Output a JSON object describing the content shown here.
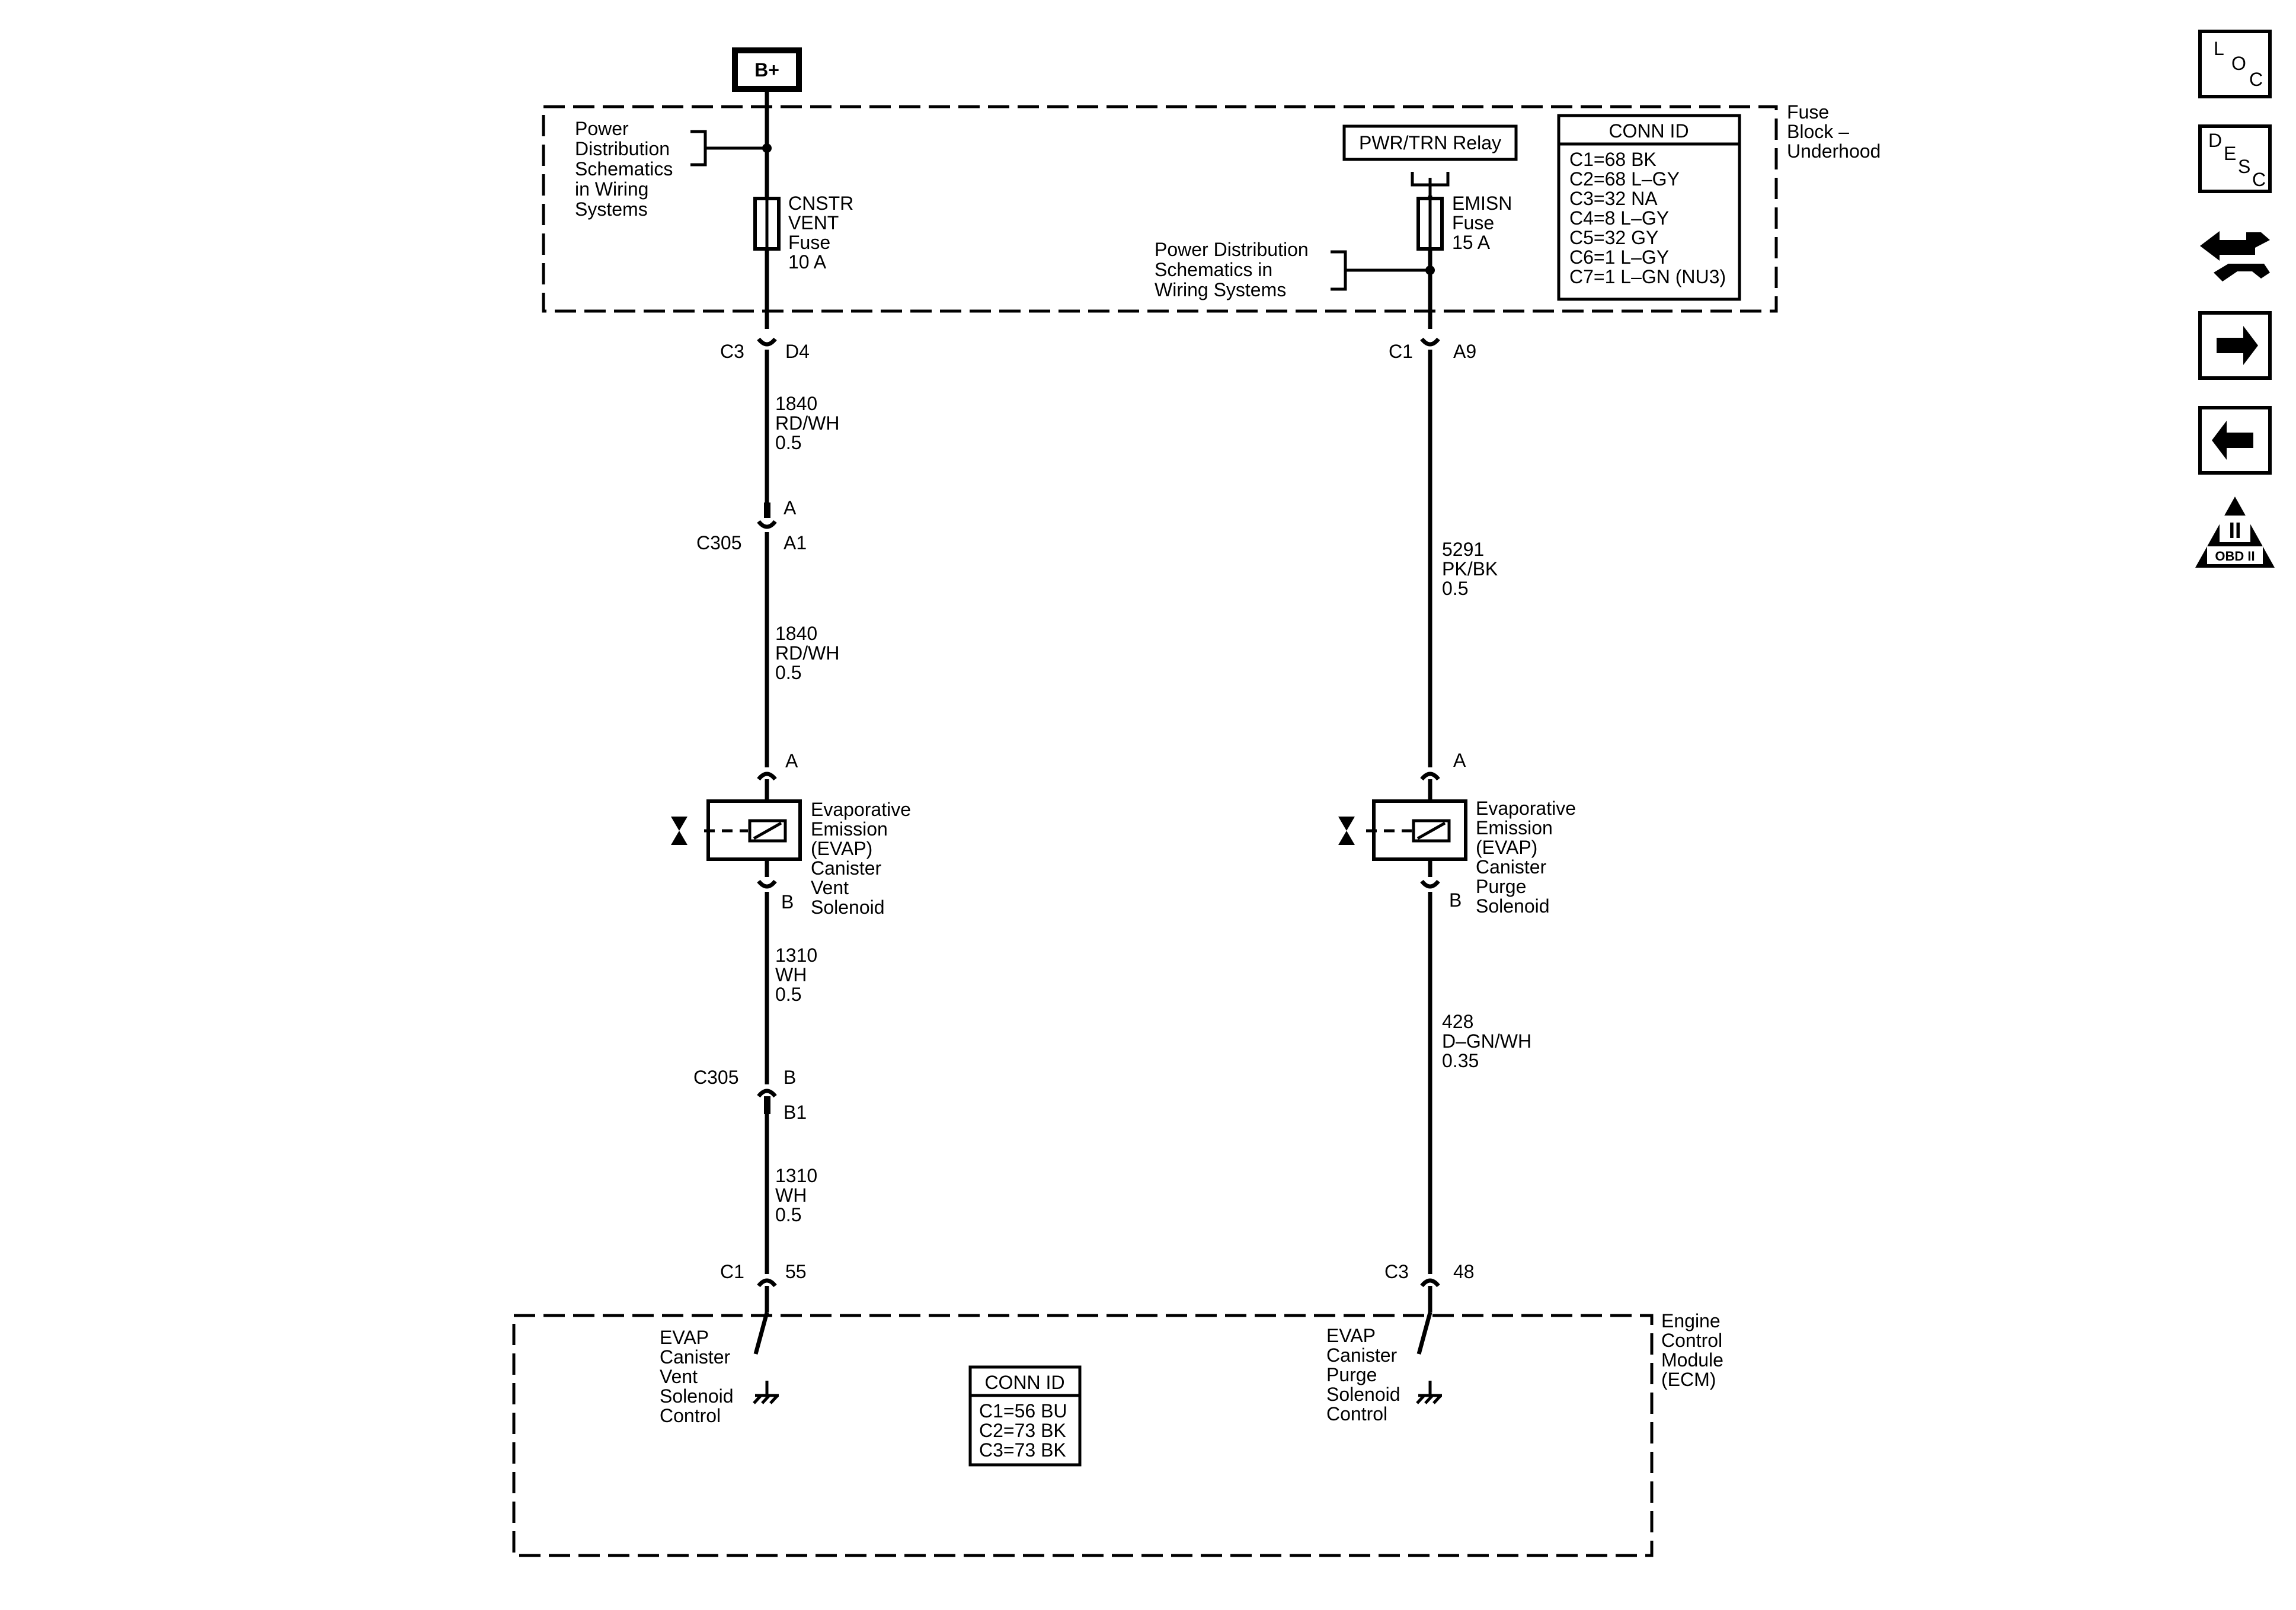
{
  "battery_label": "B+",
  "fuse_block": {
    "title": [
      "Fuse",
      "Block –",
      "Underhood"
    ],
    "power_ref_left": [
      "Power",
      "Distribution",
      "Schematics",
      "in Wiring",
      "Systems"
    ],
    "fuse_left": [
      "CNSTR",
      "VENT",
      "Fuse",
      "10 A"
    ],
    "relay_label": "PWR/TRN Relay",
    "fuse_right": [
      "EMISN",
      "Fuse",
      "15 A"
    ],
    "power_ref_right": [
      "Power Distribution",
      "Schematics in",
      "Wiring Systems"
    ],
    "conn_id": {
      "title": "CONN ID",
      "rows": [
        "C1=68 BK",
        "C2=68 L–GY",
        "C3=32 NA",
        "C4=8 L–GY",
        "C5=32 GY",
        "C6=1 L–GY",
        "C7=1 L–GN (NU3)"
      ]
    }
  },
  "left_circuit": {
    "fb_conn": "C3",
    "fb_pin": "D4",
    "wire1": [
      "1840",
      "RD/WH",
      "0.5"
    ],
    "inline_top_pin": "A",
    "inline_conn": "C305",
    "inline_bottom_pin": "A1",
    "wire2": [
      "1840",
      "RD/WH",
      "0.5"
    ],
    "sol_pin_a": "A",
    "solenoid": [
      "Evaporative",
      "Emission",
      "(EVAP)",
      "Canister",
      "Vent",
      "Solenoid"
    ],
    "sol_pin_b": "B",
    "wire3": [
      "1310",
      "WH",
      "0.5"
    ],
    "inline2_conn": "C305",
    "inline2_top_pin": "B",
    "inline2_bottom_pin": "B1",
    "wire4": [
      "1310",
      "WH",
      "0.5"
    ],
    "ecm_conn": "C1",
    "ecm_pin": "55",
    "control": [
      "EVAP",
      "Canister",
      "Vent",
      "Solenoid",
      "Control"
    ]
  },
  "right_circuit": {
    "fb_conn": "C1",
    "fb_pin": "A9",
    "wire1": [
      "5291",
      "PK/BK",
      "0.5"
    ],
    "sol_pin_a": "A",
    "solenoid": [
      "Evaporative",
      "Emission",
      "(EVAP)",
      "Canister",
      "Purge",
      "Solenoid"
    ],
    "sol_pin_b": "B",
    "wire2": [
      "428",
      "D–GN/WH",
      "0.35"
    ],
    "ecm_conn": "C3",
    "ecm_pin": "48",
    "control": [
      "EVAP",
      "Canister",
      "Purge",
      "Solenoid",
      "Control"
    ]
  },
  "ecm": {
    "title": [
      "Engine",
      "Control",
      "Module",
      "(ECM)"
    ],
    "conn_id": {
      "title": "CONN ID",
      "rows": [
        "C1=56 BU",
        "C2=73 BK",
        "C3=73 BK"
      ]
    }
  },
  "nav": {
    "loc": [
      "L",
      "O",
      "C"
    ],
    "desc": [
      "D",
      "E",
      "S",
      "C"
    ],
    "obd": [
      "II",
      "OBD II"
    ],
    "icons": [
      "loc-button",
      "desc-button",
      "connector-end-view-icon",
      "next-arrow-icon",
      "previous-arrow-icon",
      "obd-ii-icon"
    ]
  }
}
